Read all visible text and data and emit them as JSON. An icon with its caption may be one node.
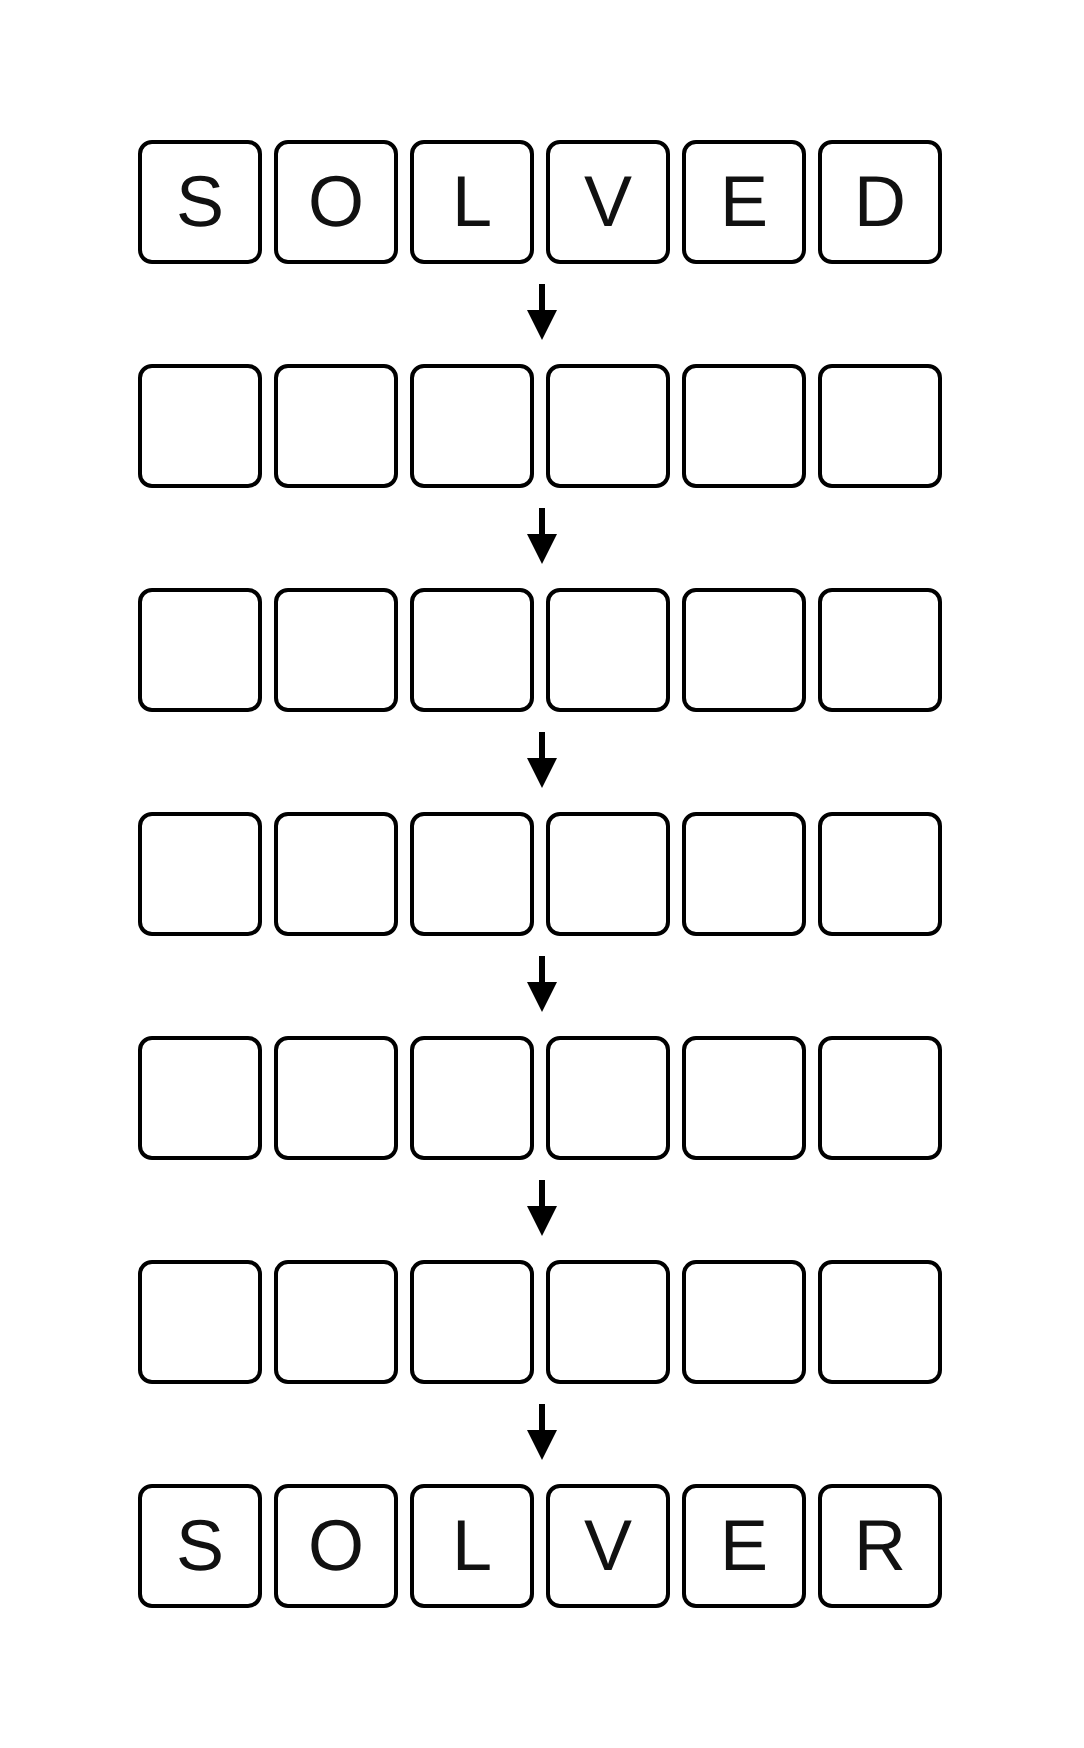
{
  "diagram": {
    "nodes": [
      {
        "text": [
          "S"
        ]
      },
      {
        "text": [
          "O"
        ]
      },
      {
        "text": [
          "L"
        ]
      },
      {
        "text": [
          "V"
        ]
      },
      {
        "text": [
          "E"
        ]
      },
      {
        "text": [
          "D"
        ]
      },
      {
        "text": [],
        "shape": "box"
      },
      {
        "text": [],
        "shape": "box"
      },
      {
        "text": [],
        "shape": "box"
      },
      {
        "text": [],
        "shape": "box"
      },
      {
        "text": [],
        "shape": "box"
      },
      {
        "text": [],
        "shape": "box"
      },
      {
        "text": [],
        "shape": "box"
      },
      {
        "text": [],
        "shape": "box"
      },
      {
        "text": [],
        "shape": "box"
      },
      {
        "text": [],
        "shape": "box"
      },
      {
        "text": [],
        "shape": "box"
      },
      {
        "text": [],
        "shape": "box"
      },
      {
        "text": [],
        "shape": "box"
      },
      {
        "text": [],
        "shape": "box"
      },
      {
        "text": [],
        "shape": "box"
      },
      {
        "text": [],
        "shape": "box"
      },
      {
        "text": [],
        "shape": "box"
      },
      {
        "text": [],
        "shape": "box"
      },
      {
        "text": [],
        "shape": "box"
      },
      {
        "text": [],
        "shape": "box"
      },
      {
        "text": [],
        "shape": "box"
      },
      {
        "text": [],
        "shape": "box"
      },
      {
        "text": [],
        "shape": "box"
      },
      {
        "text": [],
        "shape": "box"
      },
      {
        "text": [],
        "shape": "box"
      },
      {
        "text": [],
        "shape": "box"
      },
      {
        "text": [],
        "shape": "box"
      },
      {
        "text": [],
        "shape": "box"
      },
      {
        "text": [],
        "shape": "box"
      },
      {
        "text": [],
        "shape": "box"
      },
      {
        "text": [
          "S"
        ]
      },
      {
        "text": [
          "O"
        ]
      },
      {
        "text": [
          "L"
        ]
      },
      {
        "text": [
          "V"
        ]
      },
      {
        "text": [
          "E"
        ]
      },
      {
        "text": [
          "R"
        ]
      }
    ],
    "edges": [
      {
        "from": 2,
        "to": 8,
        "arrow": "to"
      },
      {
        "from": 8,
        "to": 14,
        "arrow": "to"
      },
      {
        "from": 14,
        "to": 20,
        "arrow": "to"
      },
      {
        "from": 20,
        "to": 26,
        "arrow": "to"
      },
      {
        "from": 26,
        "to": 32,
        "arrow": "to"
      },
      {
        "from": 32,
        "to": 38,
        "arrow": "to"
      }
    ]
  }
}
